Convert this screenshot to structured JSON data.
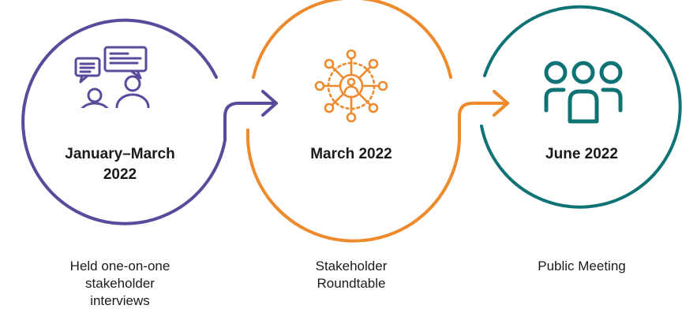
{
  "colors": {
    "purple": "#5b4a9b",
    "orange": "#ec8a2c",
    "teal": "#0f7375",
    "text": "#1a1a1a"
  },
  "steps": [
    {
      "date_line1": "January–March",
      "date_line2": "2022",
      "description": [
        "Held one-on-one",
        "stakeholder",
        "interviews"
      ],
      "icon": "conversation-icon"
    },
    {
      "date_line1": "March 2022",
      "description": [
        "Stakeholder",
        "Roundtable"
      ],
      "icon": "network-icon"
    },
    {
      "date_line1": "June 2022",
      "description": [
        "Public Meeting"
      ],
      "icon": "group-icon"
    }
  ]
}
